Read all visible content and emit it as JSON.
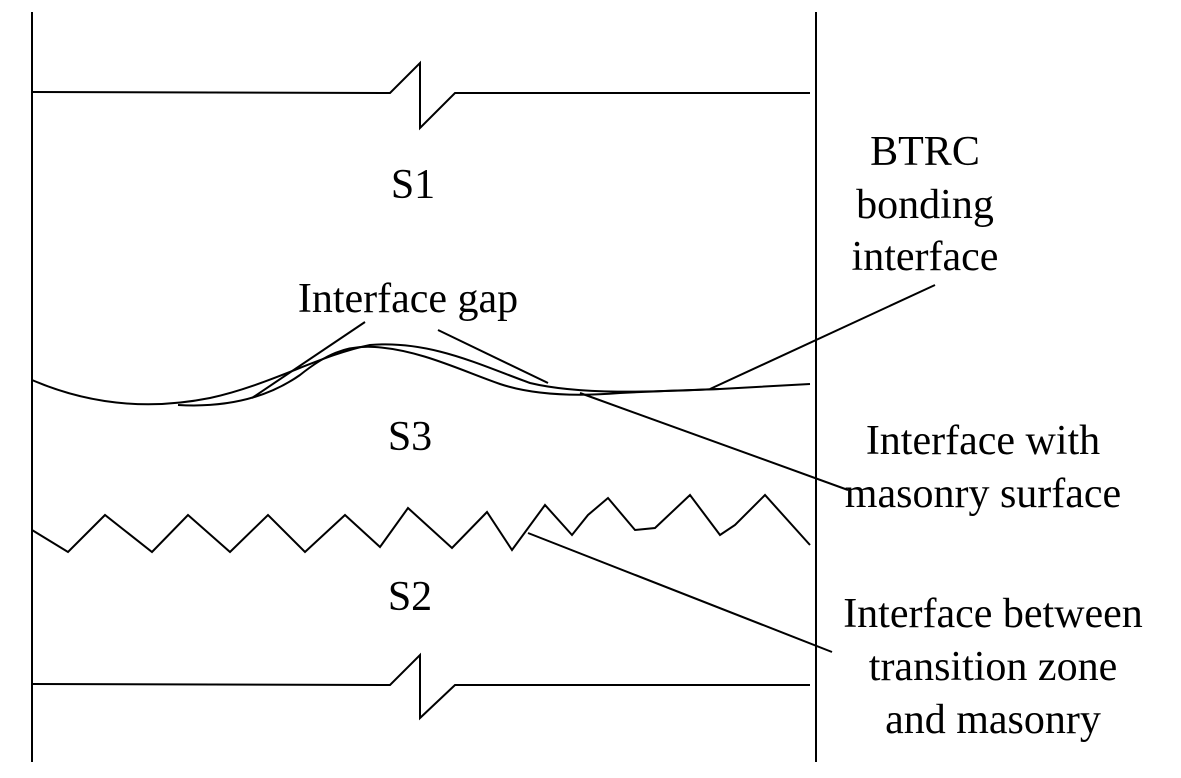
{
  "regions": {
    "s1": "S1",
    "s2": "S2",
    "s3": "S3"
  },
  "annotations": {
    "interface_gap": "Interface gap",
    "btrc_bonding_interface": [
      "BTRC",
      "bonding",
      "interface"
    ],
    "masonry_surface_interface": [
      "Interface with",
      "masonry surface"
    ],
    "transition_zone_interface": [
      "Interface between",
      "transition zone",
      "and masonry"
    ]
  },
  "colors": {
    "line": "#000000",
    "background": "#ffffff"
  }
}
